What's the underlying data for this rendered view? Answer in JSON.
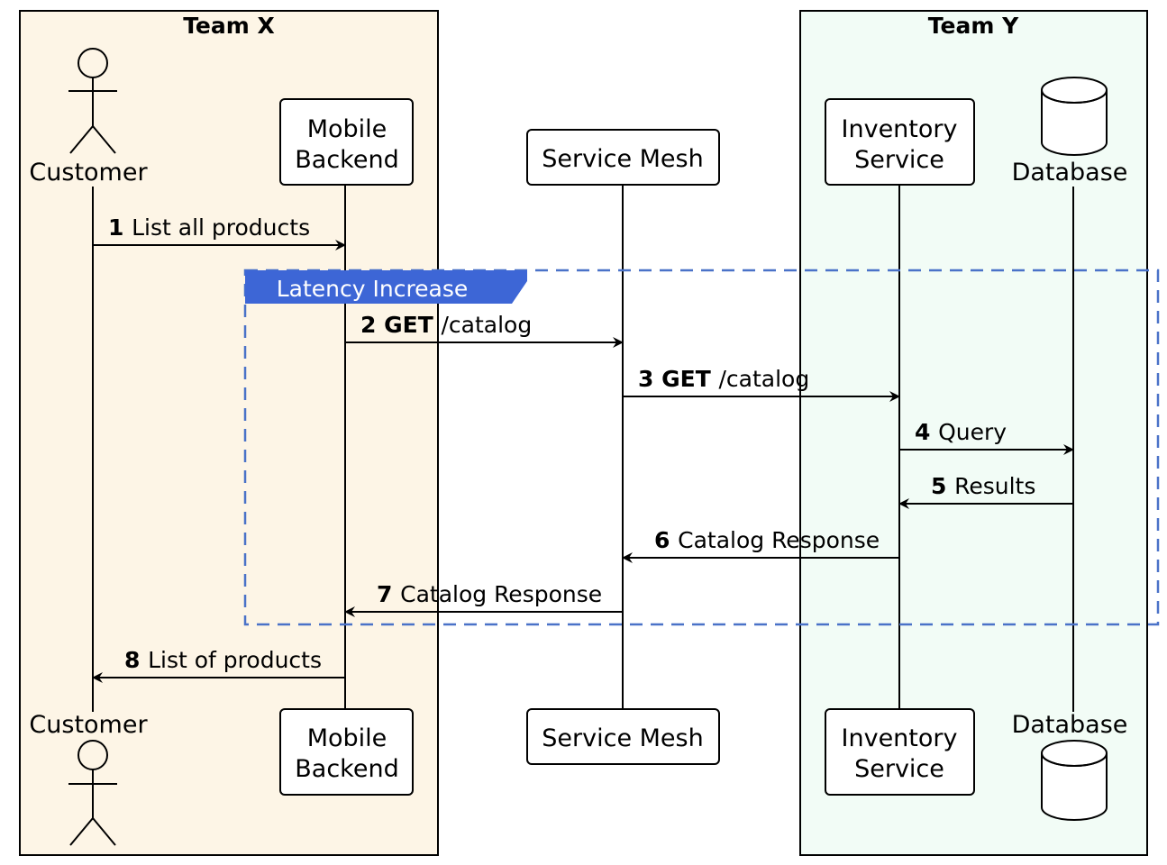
{
  "teams": {
    "x": {
      "title": "Team X",
      "fill": "#fdf5e6"
    },
    "y": {
      "title": "Team Y",
      "fill": "#f2fcf6"
    }
  },
  "participants": {
    "customer": {
      "label": "Customer",
      "kind": "actor"
    },
    "mobile_backend": {
      "label_line1": "Mobile",
      "label_line2": "Backend",
      "kind": "participant"
    },
    "service_mesh": {
      "label": "Service Mesh",
      "kind": "participant"
    },
    "inventory_service": {
      "label_line1": "Inventory",
      "label_line2": "Service",
      "kind": "participant"
    },
    "database": {
      "label": "Database",
      "kind": "database"
    }
  },
  "frame": {
    "label": "Latency Increase",
    "label_bg": "#3d66d6",
    "border_color": "#4a72c8"
  },
  "messages": [
    {
      "num": "1",
      "bold": "",
      "text": "List all products",
      "from": "customer",
      "to": "mobile_backend"
    },
    {
      "num": "2",
      "bold": "GET",
      "text": "/catalog",
      "from": "mobile_backend",
      "to": "service_mesh"
    },
    {
      "num": "3",
      "bold": "GET",
      "text": "/catalog",
      "from": "service_mesh",
      "to": "inventory_service"
    },
    {
      "num": "4",
      "bold": "",
      "text": "Query",
      "from": "inventory_service",
      "to": "database"
    },
    {
      "num": "5",
      "bold": "",
      "text": "Results",
      "from": "database",
      "to": "inventory_service"
    },
    {
      "num": "6",
      "bold": "",
      "text": "Catalog Response",
      "from": "inventory_service",
      "to": "service_mesh"
    },
    {
      "num": "7",
      "bold": "",
      "text": "Catalog Response",
      "from": "service_mesh",
      "to": "mobile_backend"
    },
    {
      "num": "8",
      "bold": "",
      "text": "List of products",
      "from": "mobile_backend",
      "to": "customer"
    }
  ]
}
